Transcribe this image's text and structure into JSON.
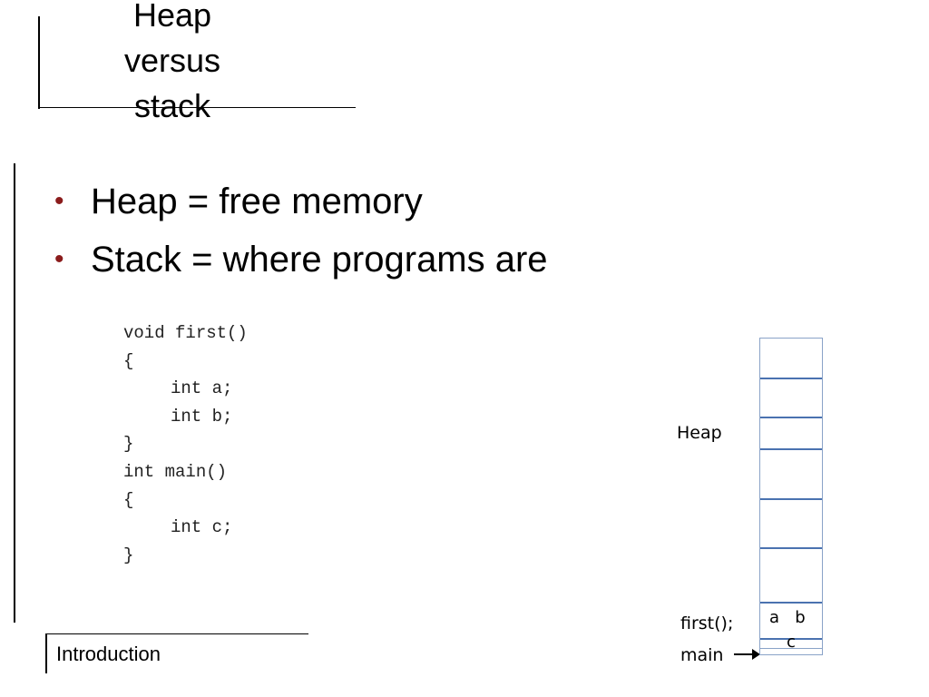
{
  "slide": {
    "title_lines": [
      "Heap",
      "versus",
      "stack"
    ],
    "bullets": [
      "Heap = free memory",
      "Stack = where programs are"
    ],
    "bullet_glyph": "•",
    "bullet_color": "#8b1c1c",
    "code_lines": [
      {
        "text": "void first()",
        "indent": false
      },
      {
        "text": "{",
        "indent": false
      },
      {
        "text": "int a;",
        "indent": true
      },
      {
        "text": "int b;",
        "indent": true
      },
      {
        "text": "}",
        "indent": false
      },
      {
        "text": "int main()",
        "indent": false
      },
      {
        "text": "{",
        "indent": false
      },
      {
        "text": "int c;",
        "indent": true
      },
      {
        "text": "}",
        "indent": false
      }
    ]
  },
  "diagram": {
    "heap_label": "Heap",
    "first_label": "first();",
    "main_label": "main",
    "cell_first": "a   b",
    "cell_main": "c",
    "arrow_icon": "right-arrow-icon",
    "slot_color": "#4a72b0",
    "border_color": "#8aa3c8"
  },
  "footer": {
    "section": "Introduction"
  }
}
